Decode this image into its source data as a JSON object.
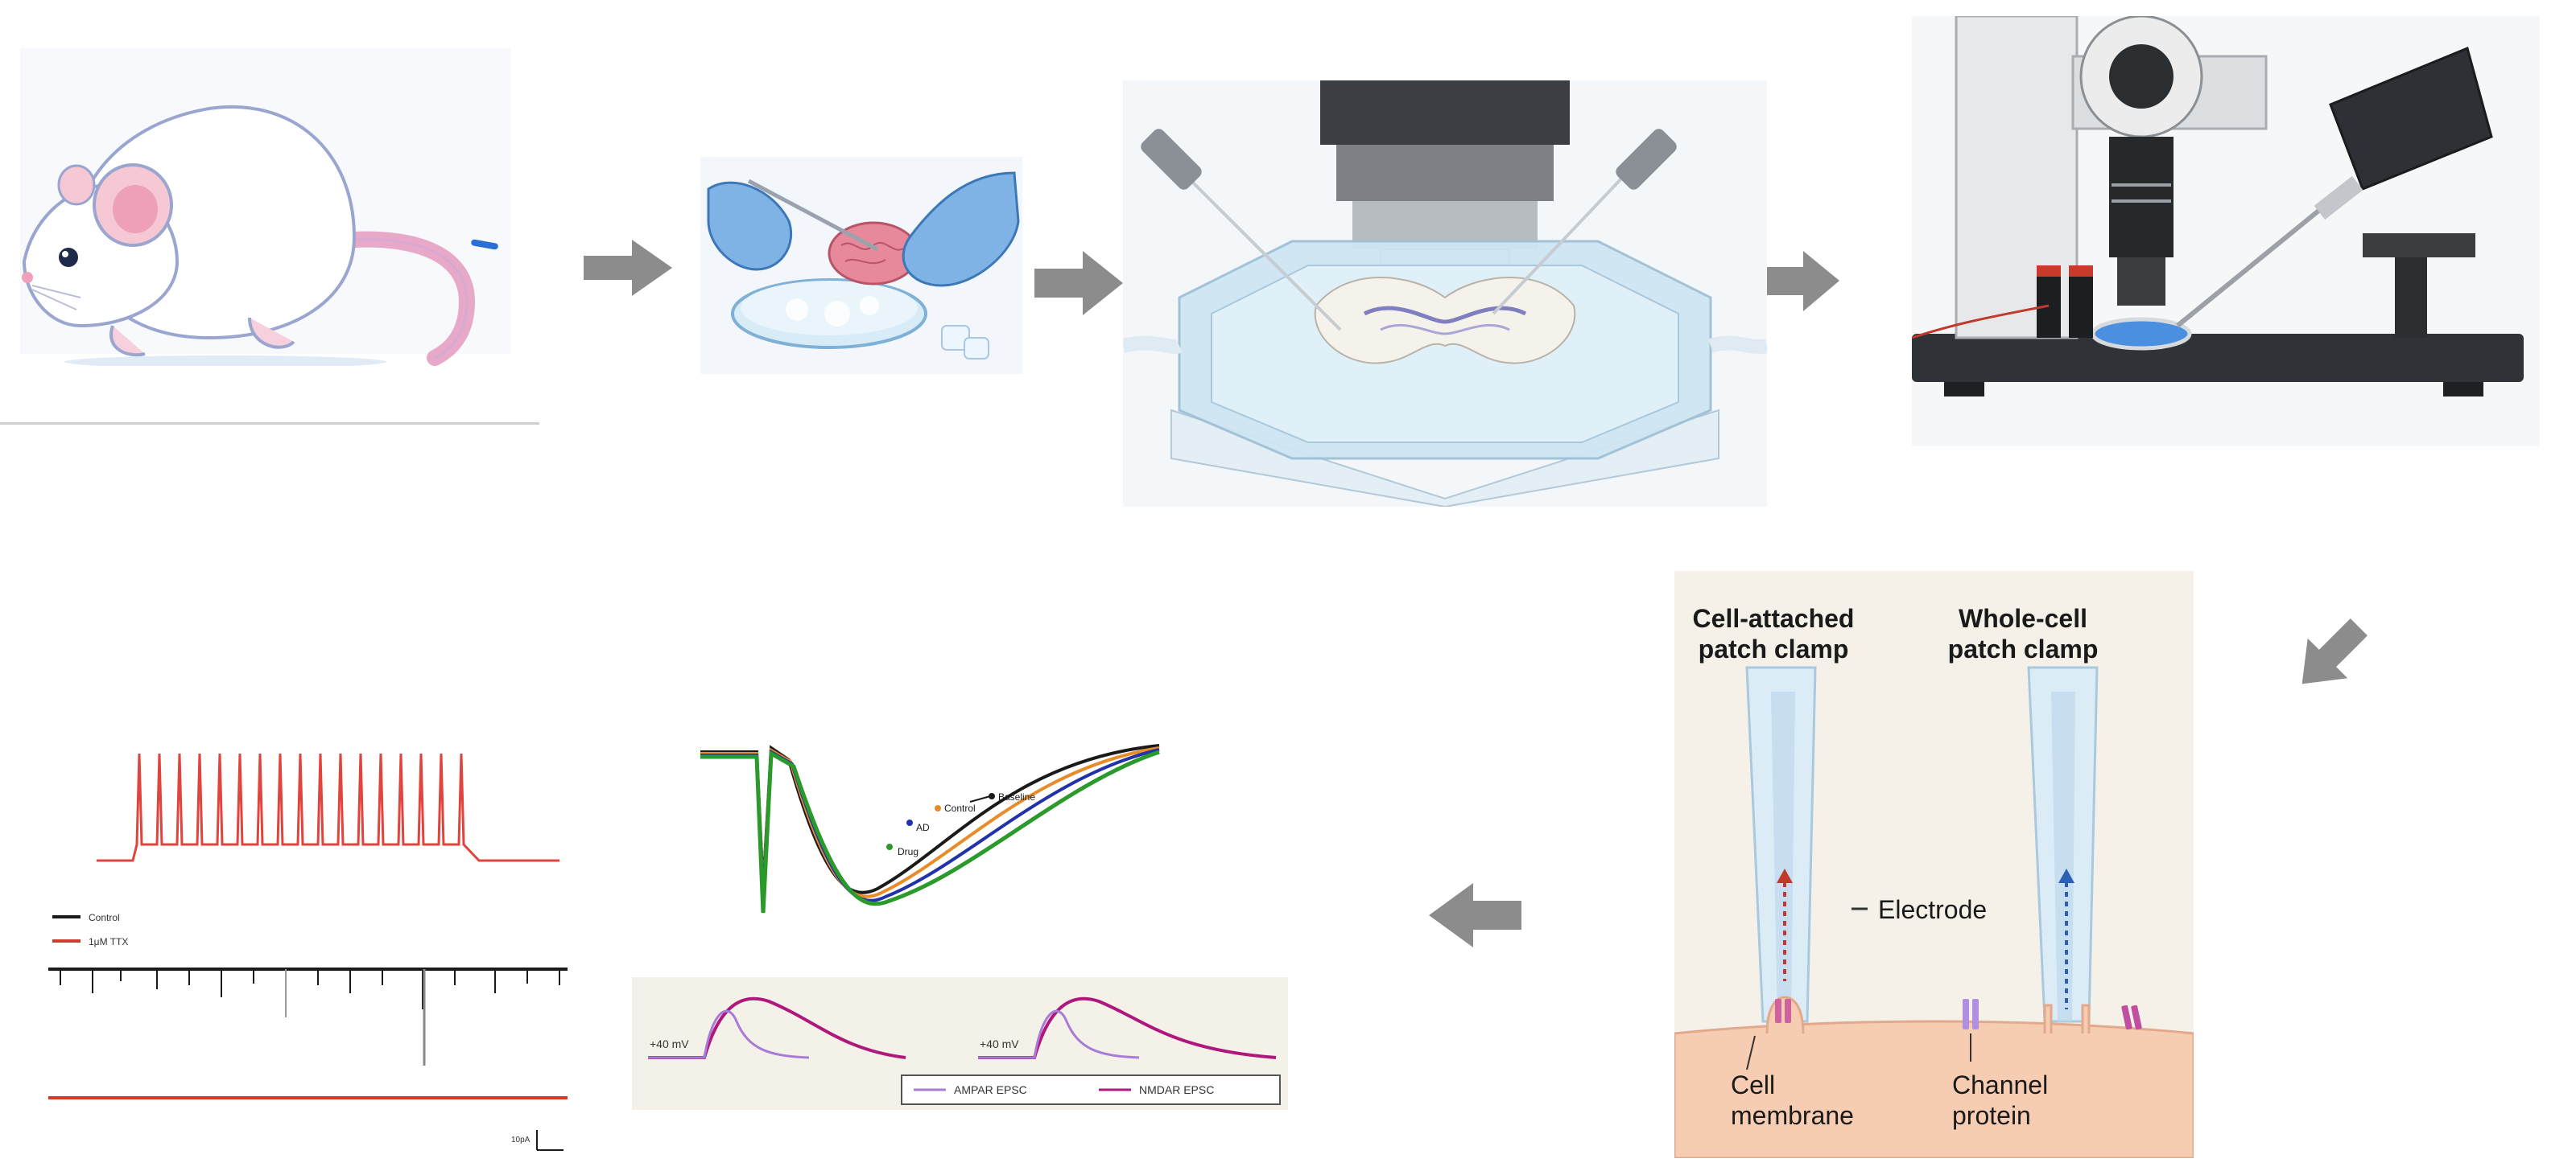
{
  "colors": {
    "arrow": "#8c8c8c",
    "glove": "#7fb3e6",
    "brain": "#e7899a",
    "chamber": "#cfe6f2",
    "membrane": "#f6cdb2",
    "electrode": "#dcecf6",
    "spike_red": "#e0443c",
    "trace_black": "#1a1a1a",
    "trace_red": "#d23a2f",
    "psc_green": "#2a9a2a",
    "psc_blue": "#2233aa",
    "psc_orange": "#e88b2a",
    "ampa_purple": "#a77bd6",
    "nmda_magenta": "#b0177c",
    "bench_dark": "#2f3236"
  },
  "steps": {
    "mouse": {
      "icon": "mouse-icon"
    },
    "dissection": {
      "icon": "brain-dissection-icon"
    },
    "slice_chamber": {
      "icon": "slice-chamber-icon"
    },
    "rig": {
      "icon": "patch-rig-microscope-icon"
    },
    "patch_modes": {
      "left_title_line1": "Cell-attached",
      "left_title_line2": "patch clamp",
      "right_title_line1": "Whole-cell",
      "right_title_line2": "patch clamp",
      "electrode_label": "Electrode",
      "membrane_line1": "Cell",
      "membrane_line2": "membrane",
      "channel_line1": "Channel",
      "channel_line2": "protein"
    },
    "psc_traces": {
      "labels": [
        "Baseline",
        "Control",
        "AD",
        "Drug"
      ],
      "colors": [
        "#1a1a1a",
        "#e88b2a",
        "#2233aa",
        "#2a9a2a"
      ]
    },
    "epsc": {
      "left_hold": "+40 mV",
      "right_hold": "+40 mV",
      "legend_ampa": "AMPAR EPSC",
      "legend_nmda": "NMDAR EPSC"
    },
    "spiking": {
      "legend_control": "Control",
      "legend_ttx": "1μM TTX",
      "scale_label": "10pA"
    }
  },
  "flow_arrows": [
    "right",
    "right",
    "right",
    "down-left",
    "left"
  ]
}
